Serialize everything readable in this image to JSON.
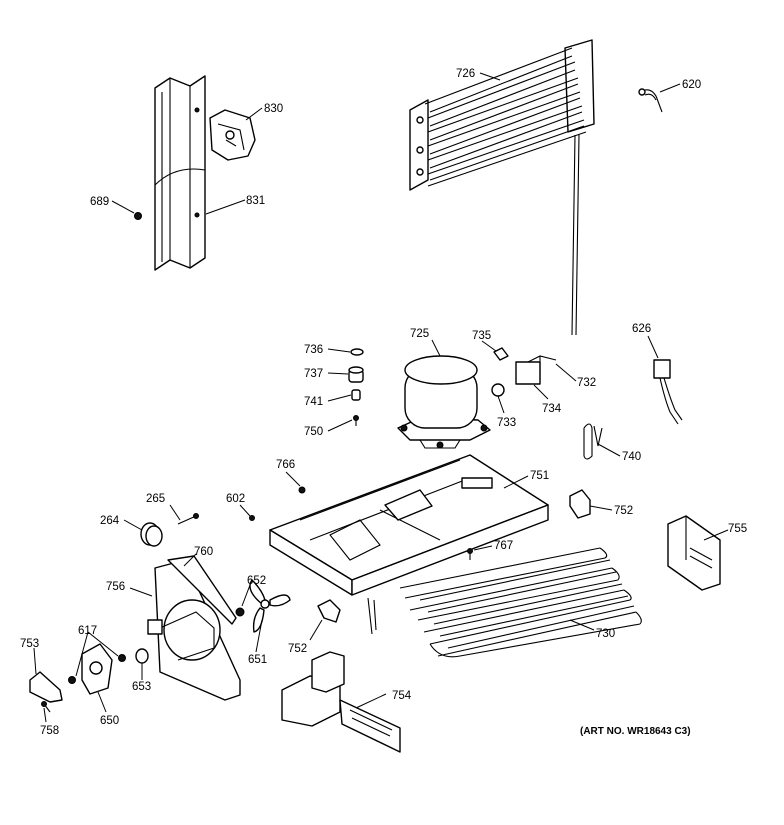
{
  "diagram": {
    "art_number": "(ART NO. WR18643 C3)",
    "labels": {
      "p264": "264",
      "p265": "265",
      "p602": "602",
      "p617": "617",
      "p620": "620",
      "p626": "626",
      "p650": "650",
      "p651": "651",
      "p652": "652",
      "p653": "653",
      "p689": "689",
      "p725": "725",
      "p726": "726",
      "p730": "730",
      "p732": "732",
      "p733": "733",
      "p734": "734",
      "p735": "735",
      "p736": "736",
      "p737": "737",
      "p740": "740",
      "p741": "741",
      "p750": "750",
      "p751": "751",
      "p752a": "752",
      "p752b": "752",
      "p753": "753",
      "p754": "754",
      "p755": "755",
      "p756": "756",
      "p758": "758",
      "p760": "760",
      "p766": "766",
      "p767": "767",
      "p830": "830",
      "p831": "831"
    }
  }
}
